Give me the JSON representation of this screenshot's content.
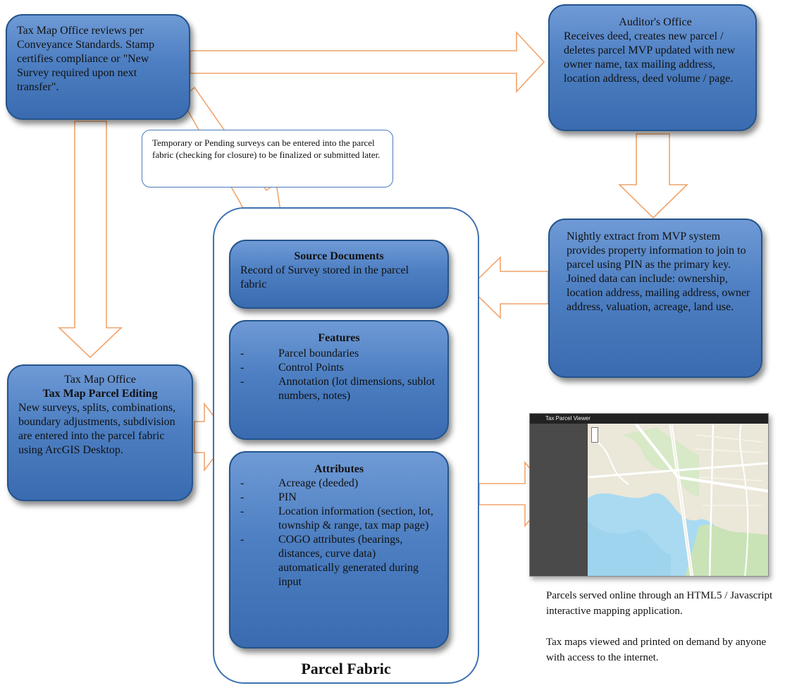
{
  "tax_map_review": {
    "text": "Tax Map Office reviews per Conveyance Standards. Stamp certifies compliance or \"New Survey required upon next transfer\"."
  },
  "auditor": {
    "title": "Auditor's Office",
    "text": "Receives deed, creates new parcel / deletes parcel MVP updated with new owner name, tax mailing address, location address, deed volume / page."
  },
  "pending_note": {
    "text": "Temporary or Pending surveys can be entered into the parcel fabric (checking for closure) to be finalized or submitted later."
  },
  "nightly_extract": {
    "text": "Nightly extract from MVP system provides property information to join to parcel using PIN as the primary key. Joined data can include: ownership, location address, mailing address, owner address, valuation, acreage, land use."
  },
  "tax_map_editing": {
    "line1": "Tax Map Office",
    "line2": "Tax Map Parcel Editing",
    "text": "New surveys, splits, combinations, boundary adjustments, subdivision are entered into the parcel fabric using ArcGIS Desktop."
  },
  "source_documents": {
    "title": "Source Documents",
    "text": "Record of Survey stored in the parcel fabric"
  },
  "features": {
    "title": "Features",
    "items": [
      "Parcel boundaries",
      "Control Points",
      "Annotation (lot dimensions, sublot numbers, notes)"
    ]
  },
  "attributes": {
    "title": "Attributes",
    "items": [
      "Acreage (deeded)",
      "PIN",
      "Location information (section, lot, township & range, tax map page)",
      "COGO attributes (bearings, distances, curve data) automatically generated during input"
    ]
  },
  "parcel_fabric": {
    "label": "Parcel Fabric"
  },
  "web_app": {
    "title": "Tax Parcel Viewer"
  },
  "captions": {
    "online": "Parcels served online through an HTML5 / Javascript interactive mapping application.",
    "printed": "Tax maps viewed and printed on demand by anyone with access to the internet."
  },
  "colors": {
    "box_fill": "#4d7fc2",
    "box_border": "#23548c",
    "arrow_stroke": "#f2a46c",
    "fabric_border": "#3f72b3"
  }
}
